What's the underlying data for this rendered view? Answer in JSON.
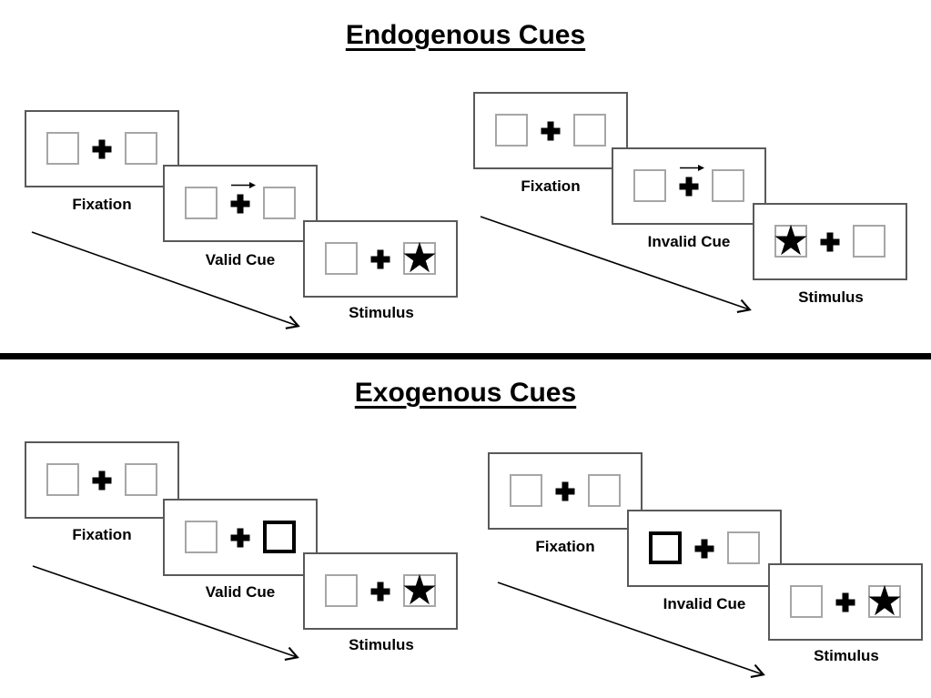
{
  "sections": [
    {
      "title": "Endogenous Cues",
      "sequences": [
        {
          "name": "valid",
          "steps": [
            {
              "label": "Fixation",
              "left_box": "empty",
              "right_box": "empty",
              "center": "plus"
            },
            {
              "label": "Valid Cue",
              "left_box": "empty",
              "right_box": "empty",
              "center": "plus-with-right-arrow"
            },
            {
              "label": "Stimulus",
              "left_box": "empty",
              "right_box": "star",
              "center": "plus"
            }
          ]
        },
        {
          "name": "invalid",
          "steps": [
            {
              "label": "Fixation",
              "left_box": "empty",
              "right_box": "empty",
              "center": "plus"
            },
            {
              "label": "Invalid Cue",
              "left_box": "empty",
              "right_box": "empty",
              "center": "plus-with-right-arrow"
            },
            {
              "label": "Stimulus",
              "left_box": "star",
              "right_box": "empty",
              "center": "plus"
            }
          ]
        }
      ]
    },
    {
      "title": "Exogenous Cues",
      "sequences": [
        {
          "name": "valid",
          "steps": [
            {
              "label": "Fixation",
              "left_box": "empty",
              "right_box": "empty",
              "center": "plus"
            },
            {
              "label": "Valid Cue",
              "left_box": "empty",
              "right_box": "highlighted-thick-border",
              "center": "plus"
            },
            {
              "label": "Stimulus",
              "left_box": "empty",
              "right_box": "star",
              "center": "plus"
            }
          ]
        },
        {
          "name": "invalid",
          "steps": [
            {
              "label": "Fixation",
              "left_box": "empty",
              "right_box": "empty",
              "center": "plus"
            },
            {
              "label": "Invalid Cue",
              "left_box": "highlighted-thick-border",
              "right_box": "empty",
              "center": "plus"
            },
            {
              "label": "Stimulus",
              "left_box": "empty",
              "right_box": "star",
              "center": "plus"
            }
          ]
        }
      ]
    }
  ],
  "icons": {
    "star": "★"
  },
  "colors": {
    "background": "#ffffff",
    "panel_border": "#595959",
    "box_border": "#a6a6a6",
    "cue_box_border": "#000000",
    "text": "#000000",
    "divider": "#000000"
  }
}
